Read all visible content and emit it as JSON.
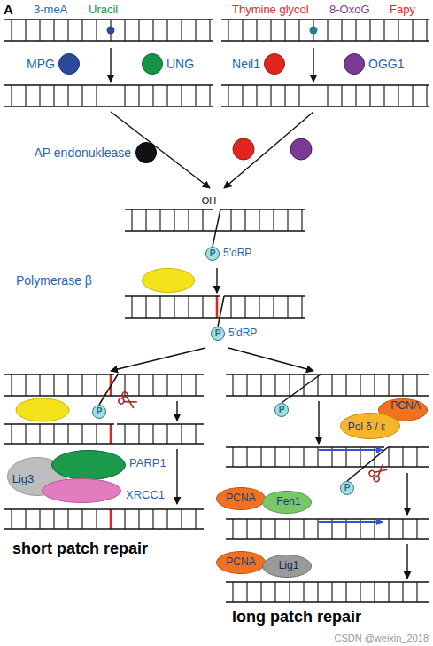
{
  "diagram": {
    "nodes": [
      {
        "text": [
          "MPG"
        ]
      },
      {
        "text": [
          "UNG"
        ]
      },
      {
        "text": [
          "Neil1"
        ]
      },
      {
        "text": [
          "OGG1"
        ]
      },
      {
        "text": [
          "AP endonuklease"
        ]
      },
      {
        "text": [
          "P",
          "5'dRP"
        ]
      },
      {
        "text": [
          "Polymerase β"
        ]
      },
      {
        "text": [
          "P",
          "5'dRP"
        ]
      },
      {
        "text": [
          "P"
        ]
      },
      {
        "text": [
          "P"
        ]
      },
      {
        "text": [
          "Lig3"
        ]
      },
      {
        "text": [
          "PARP1"
        ]
      },
      {
        "text": [
          "XRCC1"
        ]
      },
      {
        "text": [
          "PCNA"
        ]
      },
      {
        "text": [
          "Pol δ / ε"
        ]
      },
      {
        "text": [
          "P"
        ]
      },
      {
        "text": [
          "PCNA"
        ]
      },
      {
        "text": [
          "Fen1"
        ]
      },
      {
        "text": [
          "PCNA"
        ]
      },
      {
        "text": [
          "Lig1"
        ]
      }
    ],
    "labels": [
      "A",
      "3-meA",
      "Uracil",
      "Thymine glycol",
      "8-OxoG",
      "Fapy",
      "OH",
      "short patch repair",
      "long patch repair",
      "CSDN @weixin_2018"
    ]
  }
}
